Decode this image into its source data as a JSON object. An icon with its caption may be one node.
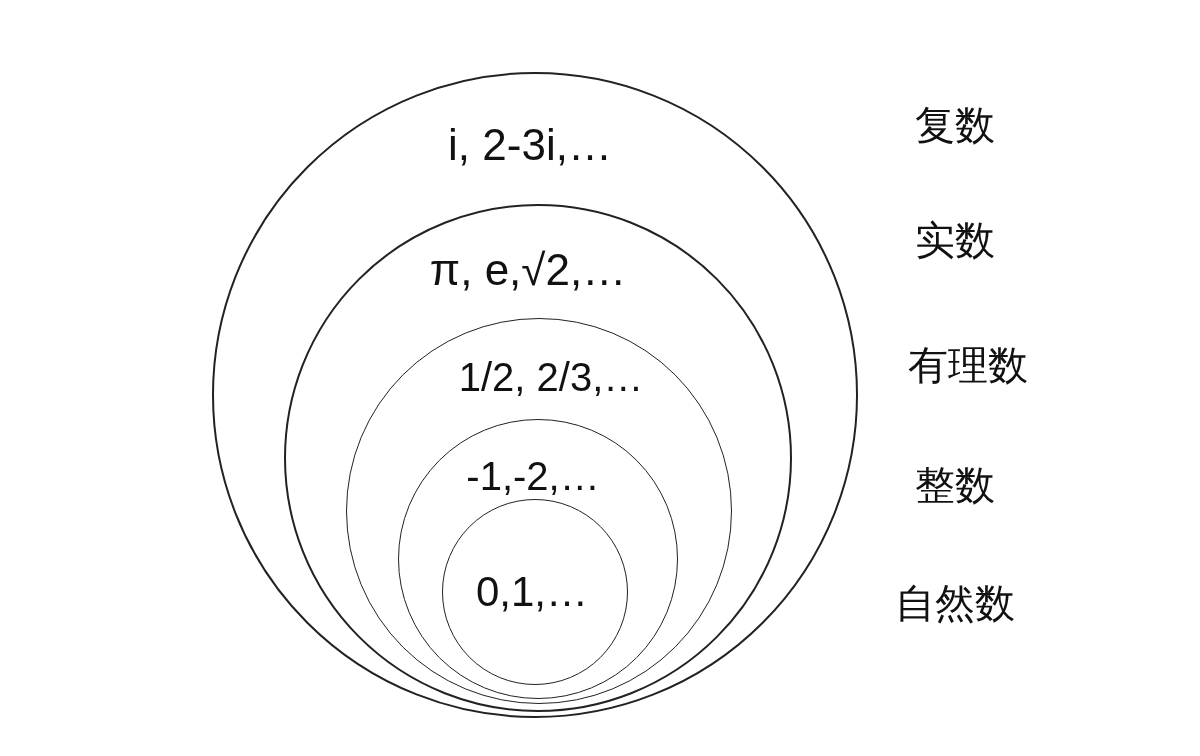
{
  "diagram": {
    "nodes": [
      {
        "text": [
          "i, 2-3i,…"
        ]
      },
      {
        "text": [
          "π, e,√2,…"
        ],
        "in": 0
      },
      {
        "text": [
          "1/2, 2/3,…"
        ],
        "in": 1
      },
      {
        "text": [
          "-1,-2,…"
        ],
        "in": 2
      },
      {
        "text": [
          "0,1,…"
        ],
        "in": 3
      }
    ],
    "labels": [
      "复数",
      "实数",
      "有理数",
      "整数",
      "自然数"
    ]
  }
}
